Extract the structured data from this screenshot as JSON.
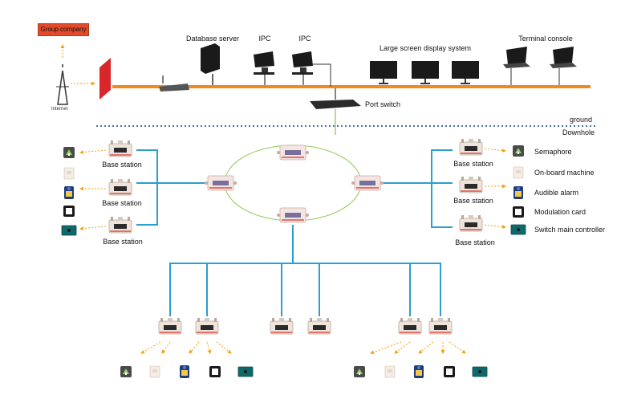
{
  "ground": {
    "group_company": "Group company",
    "internet": "Internet",
    "database_server": "Database server",
    "ipc_1": "IPC",
    "ipc_2": "IPC",
    "large_screen": "Large screen display system",
    "terminal_console": "Terminal console",
    "port_switch": "Port switch"
  },
  "divider": {
    "ground": "ground",
    "downhole": "Downhole"
  },
  "left_stations": [
    "Base station",
    "Base station",
    "Base station"
  ],
  "right_stations": [
    "Base station",
    "Base station",
    "Base station"
  ],
  "legend": [
    "Semaphore",
    "On-board machine",
    "Audible alarm",
    "Modulation card",
    "Switch main controller"
  ],
  "colors": {
    "backbone": "#f08a1c",
    "network_line": "#2a9fd0",
    "ring": "#9fcf6a",
    "header_box": "#e24a2b",
    "dashed_divider": "#4a6fa5",
    "arrow": "#f2a21a"
  }
}
